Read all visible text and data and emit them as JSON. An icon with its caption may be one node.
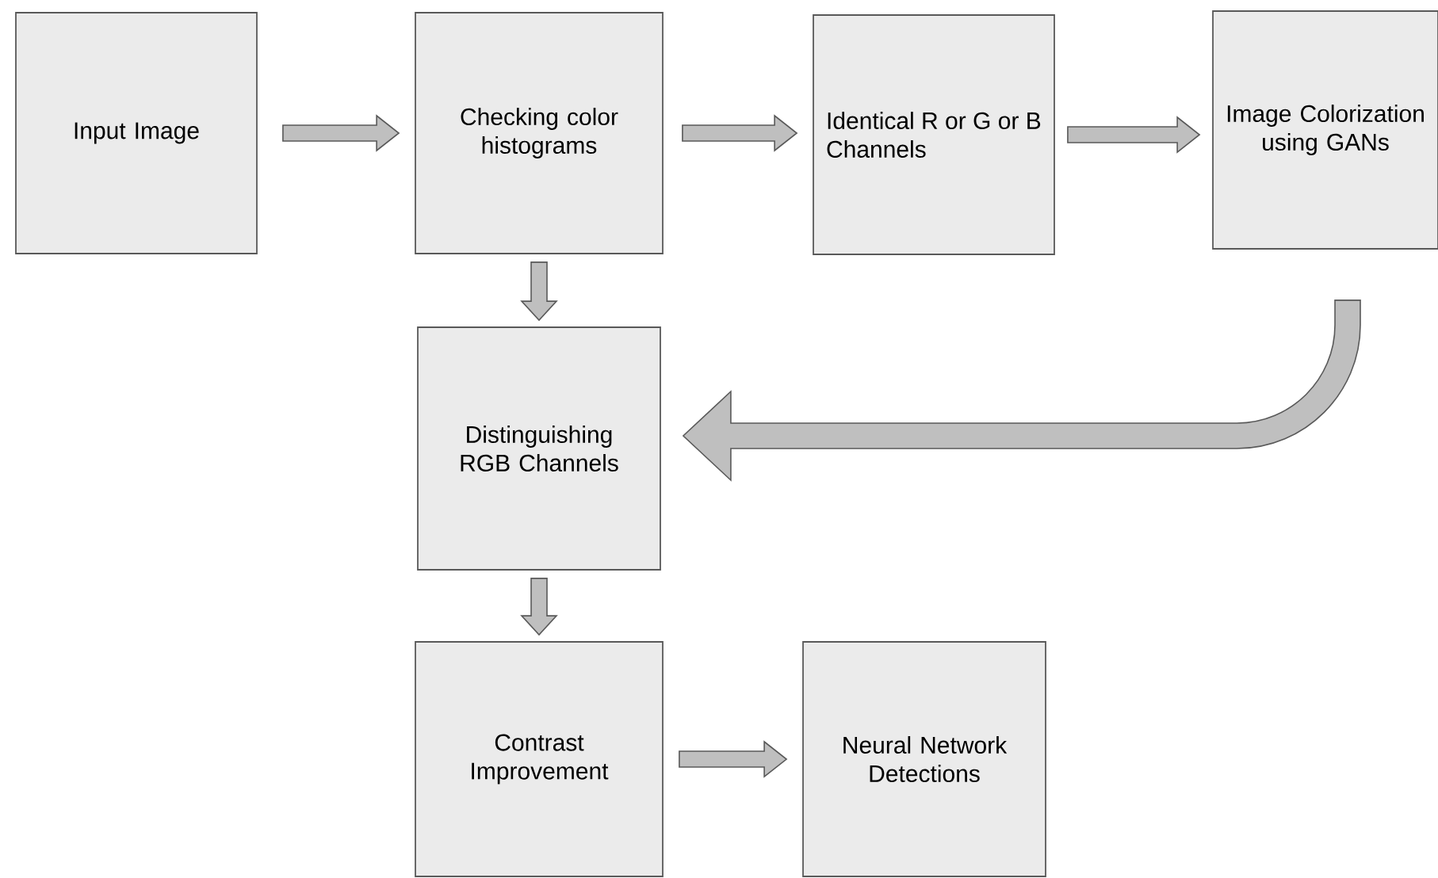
{
  "diagram": {
    "nodes": [
      {
        "text": [
          "Input Image"
        ]
      },
      {
        "text": [
          "Checking color histograms"
        ]
      },
      {
        "text": [
          "Identical R or G or B Channels"
        ]
      },
      {
        "text": [
          "Image Colorization using GANs"
        ]
      },
      {
        "text": [
          "Distinguishing RGB Channels"
        ]
      },
      {
        "text": [
          "Contrast Improvement"
        ]
      },
      {
        "text": [
          "Neural Network Detections"
        ]
      }
    ],
    "edges": [
      {
        "from": 0,
        "to": 1,
        "arrow": "to"
      },
      {
        "from": 1,
        "to": 2,
        "arrow": "to"
      },
      {
        "from": 2,
        "to": 3,
        "arrow": "to"
      },
      {
        "from": 1,
        "to": 4,
        "arrow": "to"
      },
      {
        "from": 3,
        "to": 4,
        "arrow": "to"
      },
      {
        "from": 4,
        "to": 5,
        "arrow": "to"
      },
      {
        "from": 5,
        "to": 6,
        "arrow": "to"
      }
    ]
  }
}
